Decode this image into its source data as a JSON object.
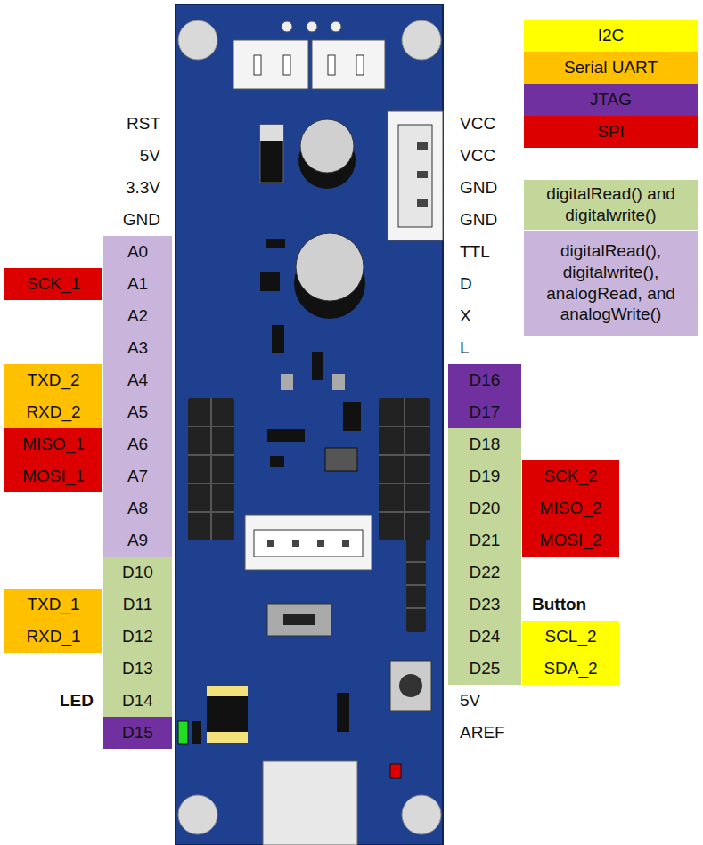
{
  "diagram": {
    "nodes": [
      {
        "text": [
          "A0"
        ]
      },
      {
        "text": [
          "A1"
        ]
      },
      {
        "text": [
          "A2"
        ]
      },
      {
        "text": [
          "A3"
        ]
      },
      {
        "text": [
          "A4"
        ]
      },
      {
        "text": [
          "A5"
        ]
      },
      {
        "text": [
          "A6"
        ]
      },
      {
        "text": [
          "A7"
        ]
      },
      {
        "text": [
          "A8"
        ]
      },
      {
        "text": [
          "A9"
        ]
      },
      {
        "text": [
          "D10"
        ]
      },
      {
        "text": [
          "D11"
        ]
      },
      {
        "text": [
          "D12"
        ]
      },
      {
        "text": [
          "D13"
        ]
      },
      {
        "text": [
          "D14"
        ]
      },
      {
        "text": [
          "D15"
        ]
      },
      {
        "text": [
          "SCK_1"
        ]
      },
      {
        "text": [
          "TXD_2"
        ]
      },
      {
        "text": [
          "RXD_2"
        ]
      },
      {
        "text": [
          "MISO_1"
        ]
      },
      {
        "text": [
          "MOSI_1"
        ]
      },
      {
        "text": [
          "TXD_1"
        ]
      },
      {
        "text": [
          "RXD_1"
        ]
      },
      {
        "text": [
          "D16"
        ]
      },
      {
        "text": [
          "D17"
        ]
      },
      {
        "text": [
          "D18"
        ]
      },
      {
        "text": [
          "D19"
        ]
      },
      {
        "text": [
          "D20"
        ]
      },
      {
        "text": [
          "D21"
        ]
      },
      {
        "text": [
          "D22"
        ]
      },
      {
        "text": [
          "D23"
        ]
      },
      {
        "text": [
          "D24"
        ]
      },
      {
        "text": [
          "D25"
        ]
      },
      {
        "text": [
          "SCK_2"
        ]
      },
      {
        "text": [
          "MISO_2"
        ]
      },
      {
        "text": [
          "MOSI_2"
        ]
      },
      {
        "text": [
          "SCL_2"
        ]
      },
      {
        "text": [
          "SDA_2"
        ]
      }
    ],
    "labels": [
      "RST",
      "5V",
      "3.3V",
      "GND",
      "LED",
      "VCC",
      "VCC",
      "GND",
      "GND",
      "TTL",
      "D",
      "X",
      "L",
      "Button",
      "5V",
      "AREF"
    ],
    "legend": [
      {
        "text": "I2C",
        "color": "#ffff00"
      },
      {
        "text": "Serial UART",
        "color": "#ffc000"
      },
      {
        "text": "JTAG",
        "color": "#7030a0"
      },
      {
        "text": "SPI",
        "color": "#dd0000"
      },
      {
        "text": "digitalRead() and digitalwrite()",
        "color": "#c4d79b"
      },
      {
        "text": "digitalRead(), digitalwrite(), analogRead, and analogWrite()",
        "color": "#c9b5db"
      }
    ]
  }
}
